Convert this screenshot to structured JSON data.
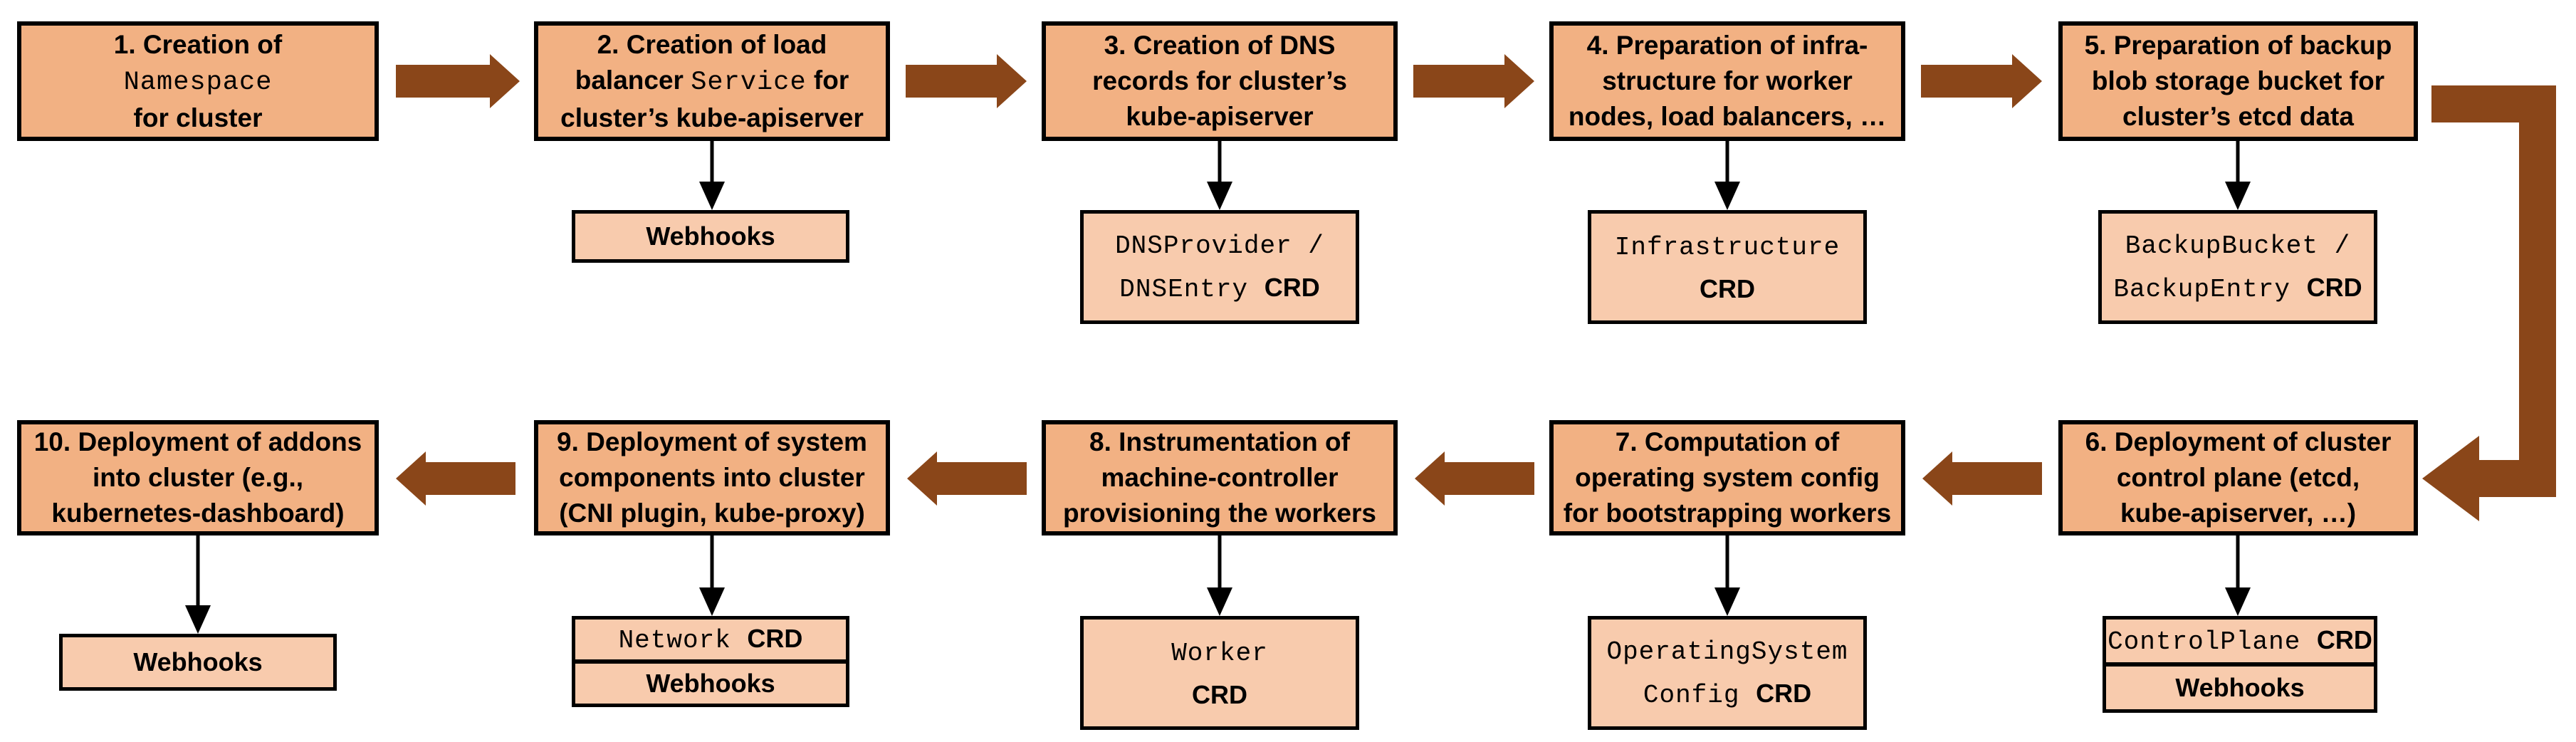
{
  "diagram": {
    "colors": {
      "step_fill": "#F2B183",
      "sub_fill": "#F8CBAD",
      "arrow_brown": "#8A4619",
      "border": "#000000"
    },
    "steps": [
      {
        "id": 1,
        "lines": [
          [
            {
              "t": "1. Creation of"
            }
          ],
          [
            {
              "t": "Namespace",
              "mono": true
            }
          ],
          [
            {
              "t": "for cluster"
            }
          ]
        ],
        "children": []
      },
      {
        "id": 2,
        "lines": [
          [
            {
              "t": "2. Creation of load"
            }
          ],
          [
            {
              "t": "balancer "
            },
            {
              "t": "Service",
              "mono": true
            },
            {
              "t": " for"
            }
          ],
          [
            {
              "t": "cluster’s kube-apiserver"
            }
          ]
        ],
        "children": [
          {
            "lines": [
              [
                {
                  "t": "Webhooks"
                }
              ]
            ]
          }
        ]
      },
      {
        "id": 3,
        "lines": [
          [
            {
              "t": "3. Creation of DNS"
            }
          ],
          [
            {
              "t": "records for cluster’s"
            }
          ],
          [
            {
              "t": "kube-apiserver"
            }
          ]
        ],
        "children": [
          {
            "lines": [
              [
                {
                  "t": "DNSProvider /",
                  "mono": true
                }
              ],
              [
                {
                  "t": "DNSEntry ",
                  "mono": true
                },
                {
                  "t": "CRD"
                }
              ]
            ]
          }
        ]
      },
      {
        "id": 4,
        "lines": [
          [
            {
              "t": "4. Preparation of infra-"
            }
          ],
          [
            {
              "t": "structure for worker"
            }
          ],
          [
            {
              "t": "nodes, load balancers, …"
            }
          ]
        ],
        "children": [
          {
            "lines": [
              [
                {
                  "t": "Infrastructure",
                  "mono": true
                }
              ],
              [
                {
                  "t": "CRD"
                }
              ]
            ]
          }
        ]
      },
      {
        "id": 5,
        "lines": [
          [
            {
              "t": "5. Preparation of backup"
            }
          ],
          [
            {
              "t": "blob storage bucket for"
            }
          ],
          [
            {
              "t": "cluster’s etcd data"
            }
          ]
        ],
        "children": [
          {
            "lines": [
              [
                {
                  "t": "BackupBucket /",
                  "mono": true
                }
              ],
              [
                {
                  "t": "BackupEntry ",
                  "mono": true
                },
                {
                  "t": "CRD"
                }
              ]
            ]
          }
        ]
      },
      {
        "id": 6,
        "lines": [
          [
            {
              "t": "6. Deployment of cluster"
            }
          ],
          [
            {
              "t": "control plane (etcd,"
            }
          ],
          [
            {
              "t": "kube-apiserver, …)"
            }
          ]
        ],
        "children": [
          {
            "lines": [
              [
                {
                  "t": "ControlPlane ",
                  "mono": true
                },
                {
                  "t": "CRD"
                }
              ]
            ]
          },
          {
            "lines": [
              [
                {
                  "t": "Webhooks"
                }
              ]
            ]
          }
        ]
      },
      {
        "id": 7,
        "lines": [
          [
            {
              "t": "7. Computation of"
            }
          ],
          [
            {
              "t": "operating system config"
            }
          ],
          [
            {
              "t": "for bootstrapping workers"
            }
          ]
        ],
        "children": [
          {
            "lines": [
              [
                {
                  "t": "OperatingSystem",
                  "mono": true
                }
              ],
              [
                {
                  "t": "Config ",
                  "mono": true
                },
                {
                  "t": "CRD"
                }
              ]
            ]
          }
        ]
      },
      {
        "id": 8,
        "lines": [
          [
            {
              "t": "8. Instrumentation of"
            }
          ],
          [
            {
              "t": "machine-controller"
            }
          ],
          [
            {
              "t": "provisioning the workers"
            }
          ]
        ],
        "children": [
          {
            "lines": [
              [
                {
                  "t": "Worker",
                  "mono": true
                }
              ],
              [
                {
                  "t": "CRD"
                }
              ]
            ]
          }
        ]
      },
      {
        "id": 9,
        "lines": [
          [
            {
              "t": "9. Deployment of system"
            }
          ],
          [
            {
              "t": "components into cluster"
            }
          ],
          [
            {
              "t": "(CNI plugin, kube-proxy)"
            }
          ]
        ],
        "children": [
          {
            "lines": [
              [
                {
                  "t": "Network ",
                  "mono": true
                },
                {
                  "t": "CRD"
                }
              ]
            ]
          },
          {
            "lines": [
              [
                {
                  "t": "Webhooks"
                }
              ]
            ]
          }
        ]
      },
      {
        "id": 10,
        "lines": [
          [
            {
              "t": "10. Deployment of addons"
            }
          ],
          [
            {
              "t": "into cluster (e.g.,"
            }
          ],
          [
            {
              "t": "kubernetes-dashboard)"
            }
          ]
        ],
        "children": [
          {
            "lines": [
              [
                {
                  "t": "Webhooks"
                }
              ]
            ]
          }
        ]
      }
    ]
  }
}
